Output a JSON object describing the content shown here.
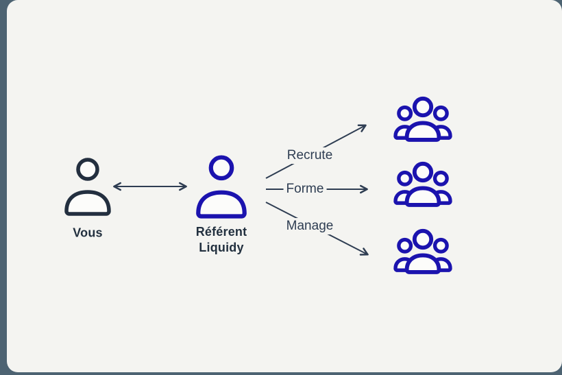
{
  "colors": {
    "page_background": "#4d6372",
    "card_background": "#f4f4f1",
    "icon_dark": "#232f3f",
    "icon_blue": "#1b13ae",
    "icon_fill": "#fcfcfa",
    "arrow": "#2e3d52",
    "label_dark": "#22303f"
  },
  "diagram": {
    "you": {
      "label": "Vous"
    },
    "referent": {
      "label_line1": "Référent",
      "label_line2": "Liquidy"
    },
    "relations": [
      {
        "label": "Recrute"
      },
      {
        "label": "Forme"
      },
      {
        "label": "Manage"
      }
    ],
    "team_group_count": 3
  }
}
